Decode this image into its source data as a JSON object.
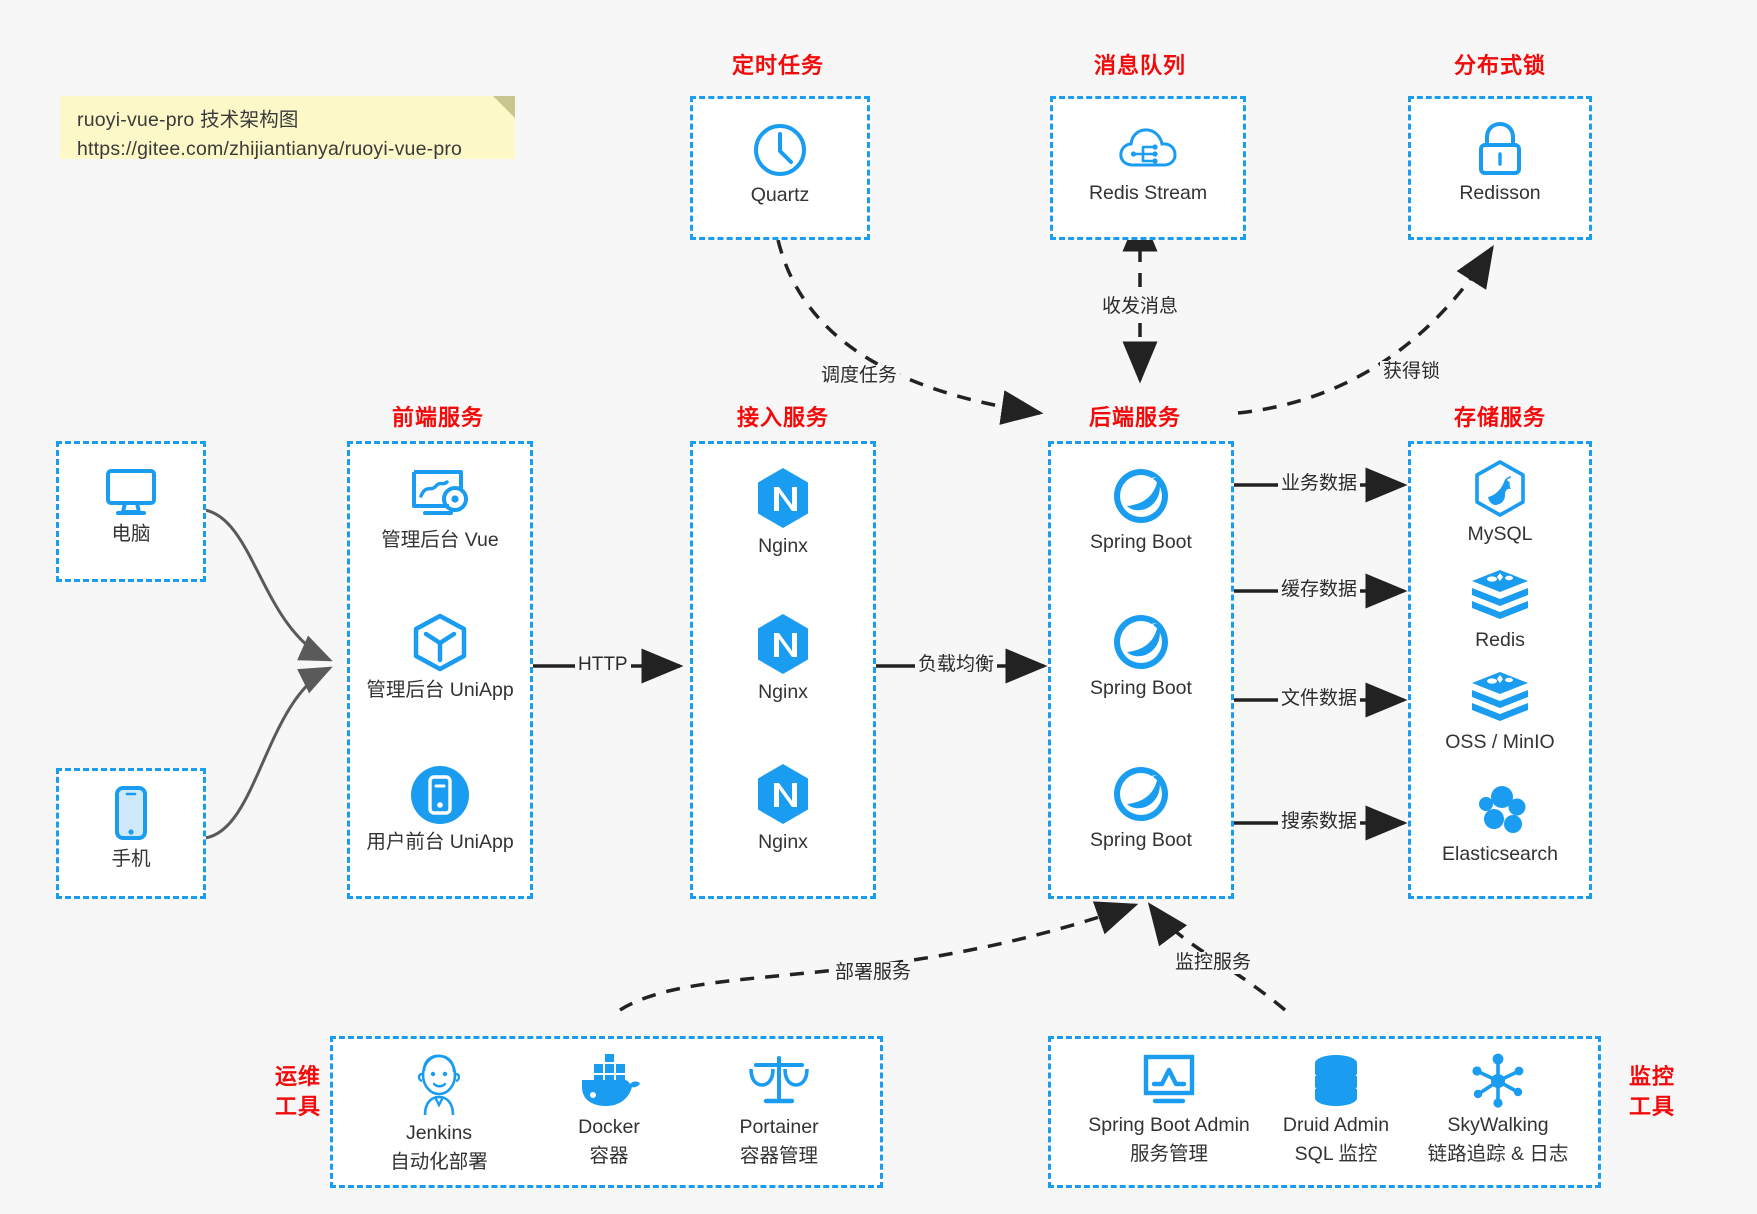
{
  "note": {
    "line1": "ruoyi-vue-pro 技术架构图",
    "line2": "https://gitee.com/zhijiantianya/ruoyi-vue-pro"
  },
  "colors": {
    "accent_blue": "#1a9cf0",
    "title_red": "#f30b0b",
    "background": "#f7f7f7",
    "note_yellow": "#fcf8c8",
    "edge_gray": "#5a5a5a",
    "edge_black": "#222222"
  },
  "groups": {
    "scheduled_task": {
      "title": "定时任务",
      "nodes": [
        {
          "label": "Quartz",
          "icon": "clock-icon"
        }
      ]
    },
    "message_queue": {
      "title": "消息队列",
      "nodes": [
        {
          "label": "Redis Stream",
          "icon": "cloud-network-icon"
        }
      ]
    },
    "distributed_lock": {
      "title": "分布式锁",
      "nodes": [
        {
          "label": "Redisson",
          "icon": "lock-icon"
        }
      ]
    },
    "clients": {
      "nodes": [
        {
          "label": "电脑",
          "icon": "desktop-monitor-icon"
        },
        {
          "label": "手机",
          "icon": "smartphone-icon"
        }
      ]
    },
    "frontend": {
      "title": "前端服务",
      "nodes": [
        {
          "label": "管理后台 Vue",
          "icon": "dashboard-gear-icon"
        },
        {
          "label": "管理后台 UniApp",
          "icon": "cube-icon"
        },
        {
          "label": "用户前台 UniApp",
          "icon": "mobile-circle-icon"
        }
      ]
    },
    "gateway": {
      "title": "接入服务",
      "nodes": [
        {
          "label": "Nginx",
          "icon": "nginx-icon"
        },
        {
          "label": "Nginx",
          "icon": "nginx-icon"
        },
        {
          "label": "Nginx",
          "icon": "nginx-icon"
        }
      ]
    },
    "backend": {
      "title": "后端服务",
      "nodes": [
        {
          "label": "Spring Boot",
          "icon": "spring-boot-icon"
        },
        {
          "label": "Spring Boot",
          "icon": "spring-boot-icon"
        },
        {
          "label": "Spring Boot",
          "icon": "spring-boot-icon"
        }
      ]
    },
    "storage": {
      "title": "存储服务",
      "nodes": [
        {
          "label": "MySQL",
          "icon": "mysql-dolphin-icon"
        },
        {
          "label": "Redis",
          "icon": "redis-stack-icon"
        },
        {
          "label": "OSS / MinIO",
          "icon": "redis-stack-icon"
        },
        {
          "label": "Elasticsearch",
          "icon": "elasticsearch-icon"
        }
      ]
    },
    "devops": {
      "title_line1": "运维",
      "title_line2": "工具",
      "nodes": [
        {
          "label": "Jenkins",
          "sublabel": "自动化部署",
          "icon": "jenkins-butler-icon"
        },
        {
          "label": "Docker",
          "sublabel": "容器",
          "icon": "docker-whale-icon"
        },
        {
          "label": "Portainer",
          "sublabel": "容器管理",
          "icon": "scales-icon"
        }
      ]
    },
    "monitoring": {
      "title_line1": "监控",
      "title_line2": "工具",
      "nodes": [
        {
          "label": "Spring Boot Admin",
          "sublabel": "服务管理",
          "icon": "monitor-chart-icon"
        },
        {
          "label": "Druid Admin",
          "sublabel": "SQL 监控",
          "icon": "database-cylinder-icon"
        },
        {
          "label": "SkyWalking",
          "sublabel": "链路追踪 & 日志",
          "icon": "node-network-icon"
        }
      ]
    }
  },
  "edges": {
    "http": "HTTP",
    "load_balance": "负载均衡",
    "schedule_task": "调度任务",
    "send_receive_message": "收发消息",
    "acquire_lock": "获得锁",
    "business_data": "业务数据",
    "cache_data": "缓存数据",
    "file_data": "文件数据",
    "search_data": "搜索数据",
    "deploy_service": "部署服务",
    "monitor_service": "监控服务"
  }
}
